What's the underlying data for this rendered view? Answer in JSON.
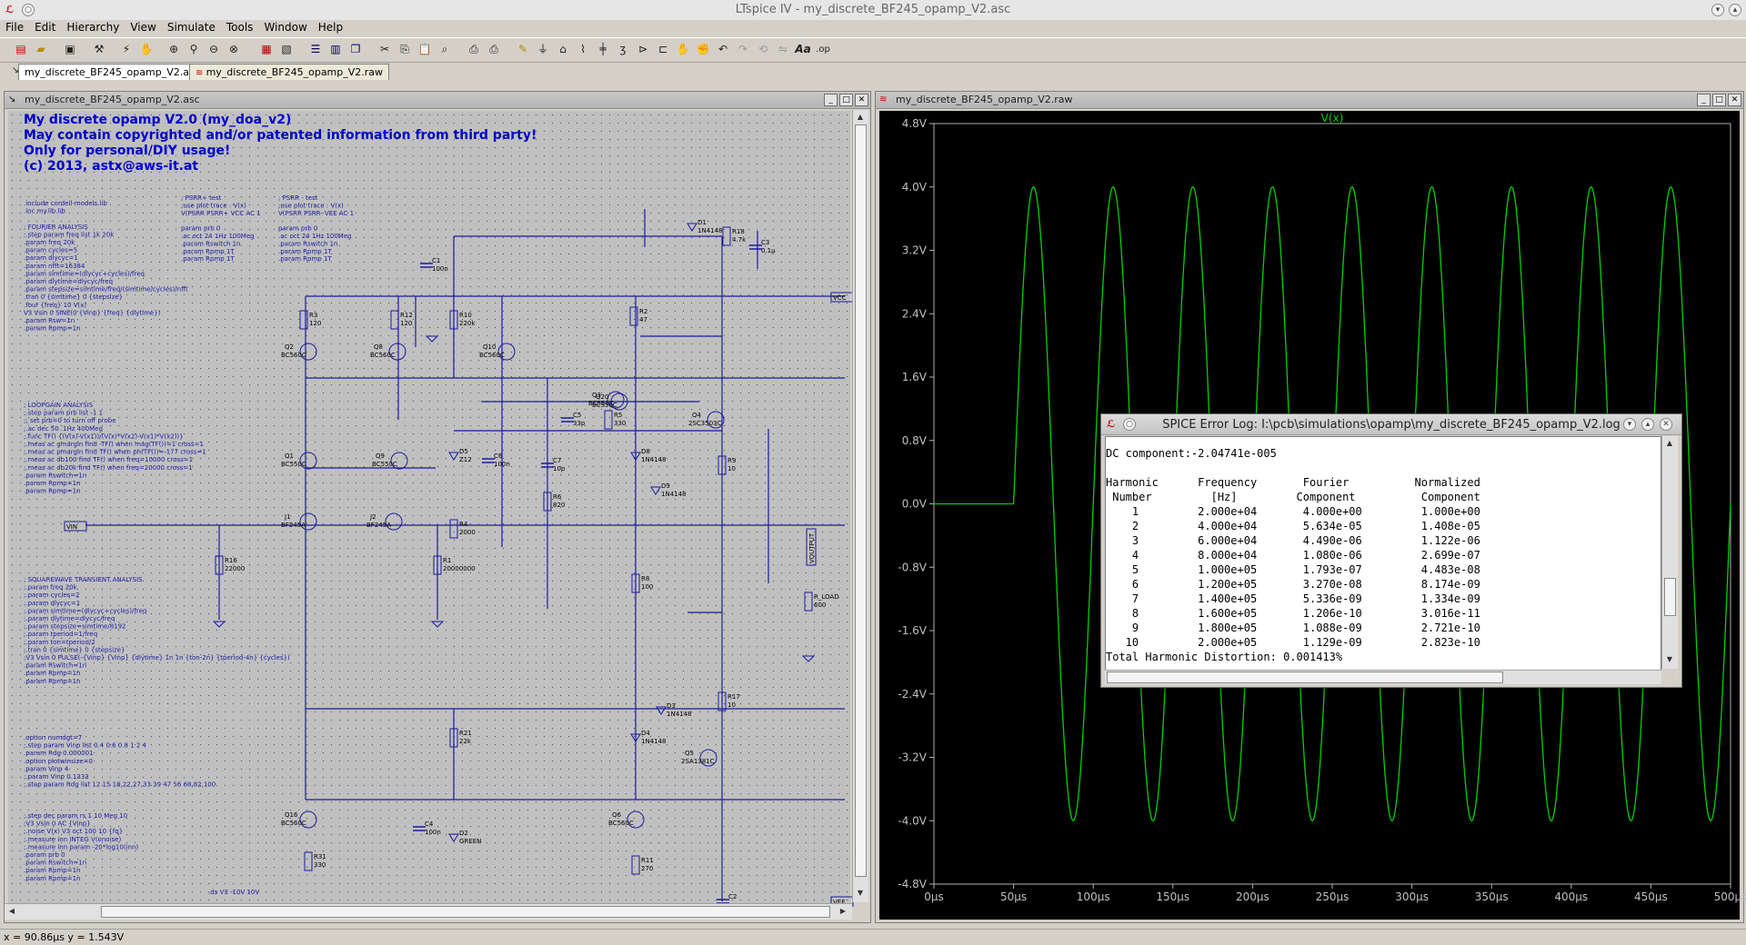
{
  "app": {
    "title": "LTspice IV - my_discrete_BF245_opamp_V2.asc"
  },
  "menu": [
    "File",
    "Edit",
    "Hierarchy",
    "View",
    "Simulate",
    "Tools",
    "Window",
    "Help"
  ],
  "tabs": [
    {
      "label": "my_discrete_BF245_opamp_V2.asc"
    },
    {
      "label": "my_discrete_BF245_opamp_V2.raw"
    }
  ],
  "schematic": {
    "window_title": "my_discrete_BF245_opamp_V2.asc",
    "header": [
      "My discrete opamp V2.0 (my_doa_v2)",
      "May contain copyrighted and/or patented information from third party!",
      "Only for personal/DIY usage!",
      "(c) 2013, astx@aws-it.at"
    ],
    "directives_left": [
      ".include cordell-models.lib",
      ".inc my.lib.lib",
      "",
      "; FOURIER ANALYSIS",
      ";.step param freq list 1k 20k",
      ".param freq 20k",
      ".param cycles=5",
      ".param dlycyc=1",
      ".param nfft=16384",
      ".param simtime=(dlycyc+cycles)/freq",
      ".param dlytime=dlycyc/freq",
      ".param stepsize=simtime/freq/(simtime/cycles)/nfft",
      ".tran 0 {simtime} 0 {stepsize}",
      ".four {freq} 10 V(x)",
      "V3 Vsin 0 SINE(0 {Vinp} {freq} {dlytime})",
      ".param Rsw=1n",
      ".param Rpmp=1n"
    ],
    "loopgain": [
      "; LOOPGAIN ANALYSIS",
      ";.step param prb list -1 1",
      ";; set prb=0 to turn off probe",
      ";.ac dec 50 .1Hz 400Meg",
      ";.func TF() {(V(x)-V(x1))/(V(x)*V(x2)-V(x1)*V(x2))}",
      ";.meas ac gmargin find -TF() when mag(TF())=1 cross=1",
      ";.meas ac pmargin find TF() when ph(TF())=-177 cross=1",
      ";.meas ac db100 find TF() when freq=10000 cross=1",
      ";.meas ac db20k find TF() when freq=20000 cross=1",
      ".param Rswitch=1n",
      ".param Rpmp=1n",
      ".param Rpmp=1n"
    ],
    "squarewave": [
      "; SQUAREWAVE TRANSIENT ANALYSIS",
      ";.param freq 20k",
      ";.param cycles=2",
      ";.param dlycyc=1",
      ";.param simtime=(dlycyc+cycles)/freq",
      ";.param dlytime=dlycyc/freq",
      ";.param stepsize=simtime/8192",
      ";.param tperiod=1/freq",
      ";.param ton=tperiod/2",
      ";.tran 0 {simtime} 0 {stepsize}",
      ";V3 Vsin 0 PULSE(-{Vinp} {Vinp} {dlytime} 1n 1n {ton-2n} {tperiod-4n} {cycles})",
      ".param Rswitch=1n",
      ".param Rpmp=1n",
      ".param Rpmp=1n"
    ],
    "options": [
      ".option numdgt=7",
      ";.step param Vinp list 0.4 0.6 0.8 1 2 4",
      ".param Rdg 0.000001",
      ".option plotwinsize=0",
      ".param Vinp 4",
      ";.param Vinp 0.1333",
      ";.step param Rdg list 12 15 18,22,27,33 39 47 56 68,82,100"
    ],
    "noise": [
      ";.step dec param rs 1 10 Meg 10",
      ";V3 Vsin 0 AC {Vinp}",
      ";.noise V(x) V3 oct 100 10 {fq}",
      ";.measure inn INTEG V(onoise)",
      ";.measure inn param -20*log10(inn)",
      ".param prb 0",
      ".param Rswitch=1n",
      ".param Rpmp=1n",
      ".param Rpmp=1n"
    ],
    "psrr1": [
      "; PSRR+ test",
      ";use plot trace : V(x)",
      "V(PSRR PSRR+ VCC AC 1",
      "",
      "param prb 0",
      ".ac oct 24 1Hz 100Meg",
      ".param Rswitch 1n",
      ".param Rpmp 1T",
      ".param Rpmp 1T"
    ],
    "psrr2": [
      "; PSRR - test",
      ";use plot trace : V(x)",
      "V(PSRR PSRR- VEE AC 1",
      "",
      "param prb 0",
      ".ac oct 24 1Hz 100Meg",
      ".param Rswitch 1n",
      ".param Rpmp 1T",
      ".param Rpmp 1T"
    ],
    "bottom_note": ".ds V3 -10V 10V",
    "components": [
      {
        "ref": "C1",
        "val": "100n"
      },
      {
        "ref": "D1",
        "val": "1N4148"
      },
      {
        "ref": "R18",
        "val": "4.7k"
      },
      {
        "ref": "C3",
        "val": "0.1µ"
      },
      {
        "ref": "R3",
        "val": "120"
      },
      {
        "ref": "R12",
        "val": "120"
      },
      {
        "ref": "R10",
        "val": "220k"
      },
      {
        "ref": "R2",
        "val": "47"
      },
      {
        "ref": "Q2",
        "val": "BC560C"
      },
      {
        "ref": "Q8",
        "val": "BC560C"
      },
      {
        "ref": "Q10",
        "val": "BC560C"
      },
      {
        "ref": "Q3",
        "val": "BC550C"
      },
      {
        "ref": "Q20",
        "val": "BC550C"
      },
      {
        "ref": "C5",
        "val": "33p"
      },
      {
        "ref": "R5",
        "val": "330"
      },
      {
        "ref": "Q4",
        "val": "2SC3503C"
      },
      {
        "ref": "D8",
        "val": "1N4148"
      },
      {
        "ref": "D9",
        "val": "1N4148"
      },
      {
        "ref": "D5",
        "val": "Z12"
      },
      {
        "ref": "C6",
        "val": "100n"
      },
      {
        "ref": "C7",
        "val": "10p"
      },
      {
        "ref": "R9",
        "val": "10"
      },
      {
        "ref": "Q1",
        "val": "BC550C"
      },
      {
        "ref": "Q9",
        "val": "BC550C"
      },
      {
        "ref": "R6",
        "val": "820"
      },
      {
        "ref": "J1",
        "val": "BF245A"
      },
      {
        "ref": "J2",
        "val": "BF245A"
      },
      {
        "ref": "R4",
        "val": "2000"
      },
      {
        "ref": "R16",
        "val": "22000"
      },
      {
        "ref": "R1",
        "val": "20000000"
      },
      {
        "ref": "R8",
        "val": "100"
      },
      {
        "ref": "R_LOAD",
        "val": "600"
      },
      {
        "ref": "D3",
        "val": "1N4148"
      },
      {
        "ref": "D4",
        "val": "1N4148"
      },
      {
        "ref": "R17",
        "val": "10"
      },
      {
        "ref": "Q5",
        "val": "2SA1381C"
      },
      {
        "ref": "R21",
        "val": "22k"
      },
      {
        "ref": "Q16",
        "val": "BC560C"
      },
      {
        "ref": "Q6",
        "val": "BC560C"
      },
      {
        "ref": "C4",
        "val": "100n"
      },
      {
        "ref": "D2",
        "val": "GREEN"
      },
      {
        "ref": "R31",
        "val": "330"
      },
      {
        "ref": "R11",
        "val": "270"
      },
      {
        "ref": "C2",
        "val": ""
      }
    ],
    "net_labels": {
      "vcc": "VCC",
      "vee": "VEE",
      "vin": "VIN",
      "vout": "VOUTPUT"
    }
  },
  "waveform": {
    "window_title": "my_discrete_BF245_opamp_V2.raw",
    "trace_label": "V(x)",
    "trace_color": "#00d000",
    "y_ticks": [
      "4.8V",
      "4.0V",
      "3.2V",
      "2.4V",
      "1.6V",
      "0.8V",
      "0.0V",
      "-0.8V",
      "-1.6V",
      "-2.4V",
      "-3.2V",
      "-4.0V",
      "-4.8V"
    ],
    "x_ticks": [
      "0µs",
      "50µs",
      "100µs",
      "150µs",
      "200µs",
      "250µs",
      "300µs",
      "350µs",
      "400µs",
      "450µs",
      "500µs"
    ]
  },
  "chart_data": {
    "type": "line",
    "title": "V(x)",
    "xlabel": "",
    "ylabel": "",
    "xlim": [
      0,
      500
    ],
    "ylim": [
      -4.8,
      4.8
    ],
    "x_unit": "µs",
    "y_unit": "V",
    "grid": false,
    "series": [
      {
        "name": "V(x)",
        "signal": "sine",
        "amplitude": 4.0,
        "frequency_hz": 20000,
        "start_us": 50,
        "pre_value": 0.0
      }
    ]
  },
  "error_log": {
    "title": "SPICE Error Log: I:\\pcb\\simulations\\opamp\\my_discrete_BF245_opamp_V2.log",
    "dc_line": "DC component:-2.04741e-005",
    "header1": "Harmonic      Frequency       Fourier          Normalized",
    "header2": " Number         [Hz]         Component          Component",
    "rows": [
      "    1         2.000e+04       4.000e+00         1.000e+00",
      "    2         4.000e+04       5.634e-05         1.408e-05",
      "    3         6.000e+04       4.490e-06         1.122e-06",
      "    4         8.000e+04       1.080e-06         2.699e-07",
      "    5         1.000e+05       1.793e-07         4.483e-08",
      "    6         1.200e+05       3.270e-08         8.174e-09",
      "    7         1.400e+05       5.336e-09         1.334e-09",
      "    8         1.600e+05       1.206e-10         3.016e-11",
      "    9         1.800e+05       1.088e-09         2.721e-10",
      "   10         2.000e+05       1.129e-09         2.823e-10"
    ],
    "thd": "Total Harmonic Distortion: 0.001413%"
  },
  "status": {
    "text": "x = 90.86µs   y = 1.543V"
  }
}
